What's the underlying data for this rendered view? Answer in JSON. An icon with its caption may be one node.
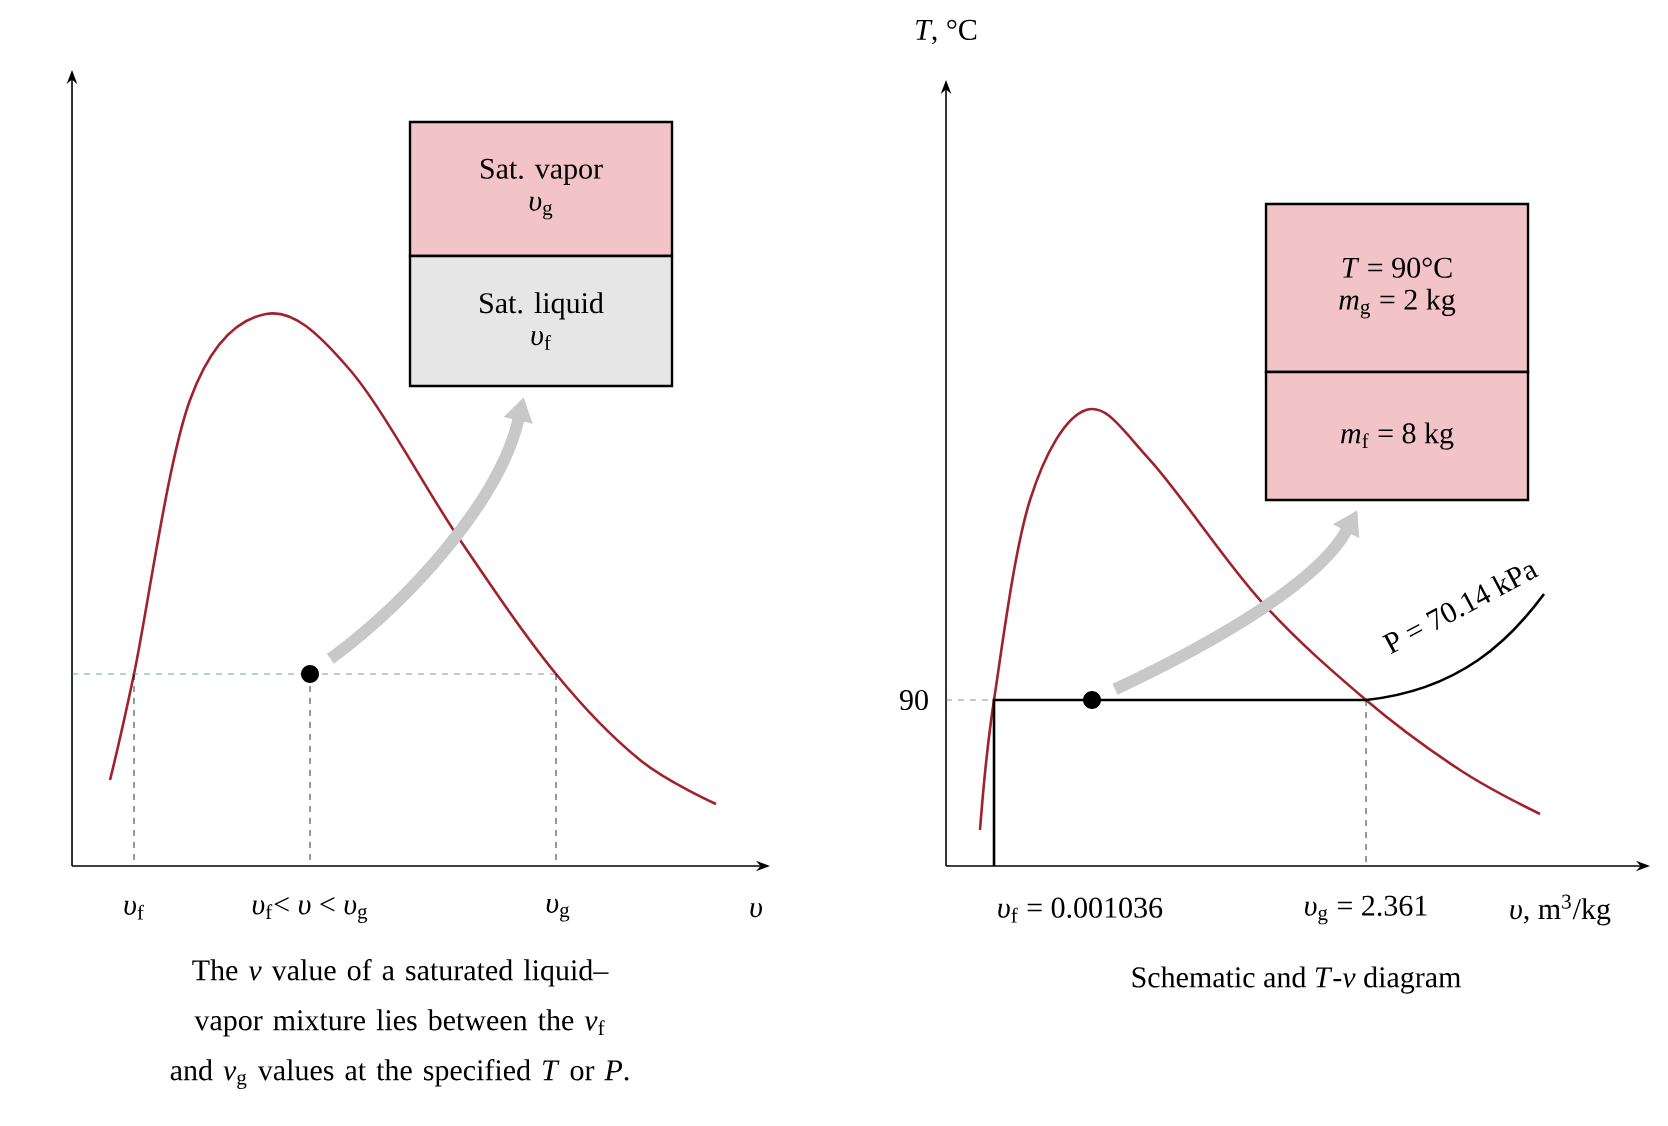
{
  "diagram": {
    "nodes": [
      {
        "text": [],
        "shape": "circle"
      },
      {
        "text": [
          "Sat. vapor",
          "*υ*$_{g}$"
        ]
      },
      {
        "text": [
          "Sat. liquid",
          "*υ*$_{f}$"
        ]
      },
      {
        "text": [],
        "shape": "circle"
      },
      {
        "text": [
          "*T* = 90°C",
          "*m*$_{g}$ = 2 kg"
        ]
      },
      {
        "text": [
          "*m*$_{f}$ = 8 kg"
        ]
      }
    ],
    "edges": [
      {
        "from": 0,
        "to": 2,
        "arrow": "to"
      },
      {
        "from": 3,
        "to": 5,
        "arrow": "to"
      }
    ],
    "labels": [
      "*υ*$_{f}$",
      "*υ*$_{f}$< *υ* < *υ*$_{g}$",
      "*υ*$_{g}$",
      "*υ*",
      "The *v* value of a saturated liquid–vapor mixture lies between the *v*$_{f}$ and *v*$_{g}$ values at the specified *T* or *P*.",
      "*T*, °C",
      "90",
      "P = 70.14 kPa",
      "*υ*$_{f}$ = 0.001036",
      "*υ*$_{g}$ = 2.361",
      "*υ*, m$^{3}$/kg",
      "Schematic and *T*-*v* diagram"
    ]
  }
}
